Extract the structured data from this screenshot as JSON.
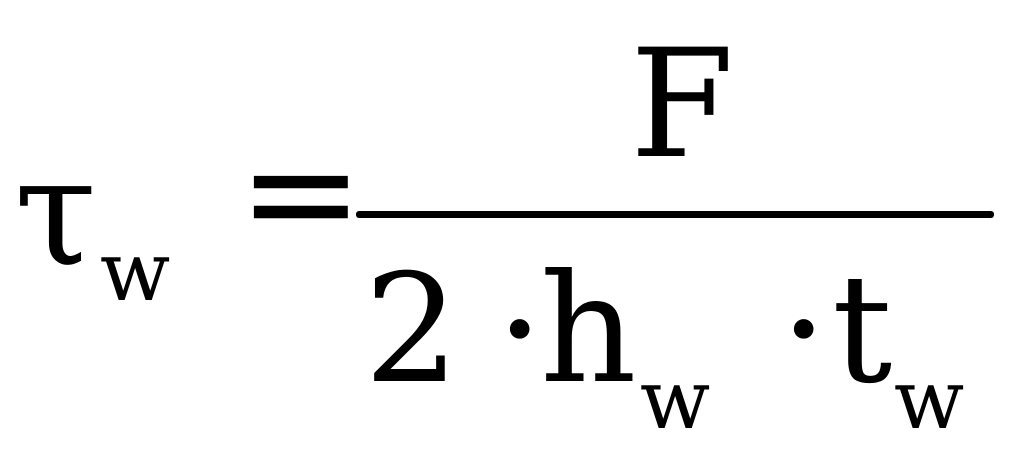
{
  "formula": {
    "lhs": {
      "symbol": "τ",
      "subscript": "w"
    },
    "equals": "=",
    "numerator": "F",
    "denominator": {
      "coefficient": "2",
      "operator_1": "·",
      "term_1": {
        "symbol": "h",
        "subscript": "w"
      },
      "operator_2": "·",
      "term_2": {
        "symbol": "t",
        "subscript": "w"
      }
    }
  },
  "colors": {
    "text": "#000000",
    "background": "#ffffff"
  }
}
